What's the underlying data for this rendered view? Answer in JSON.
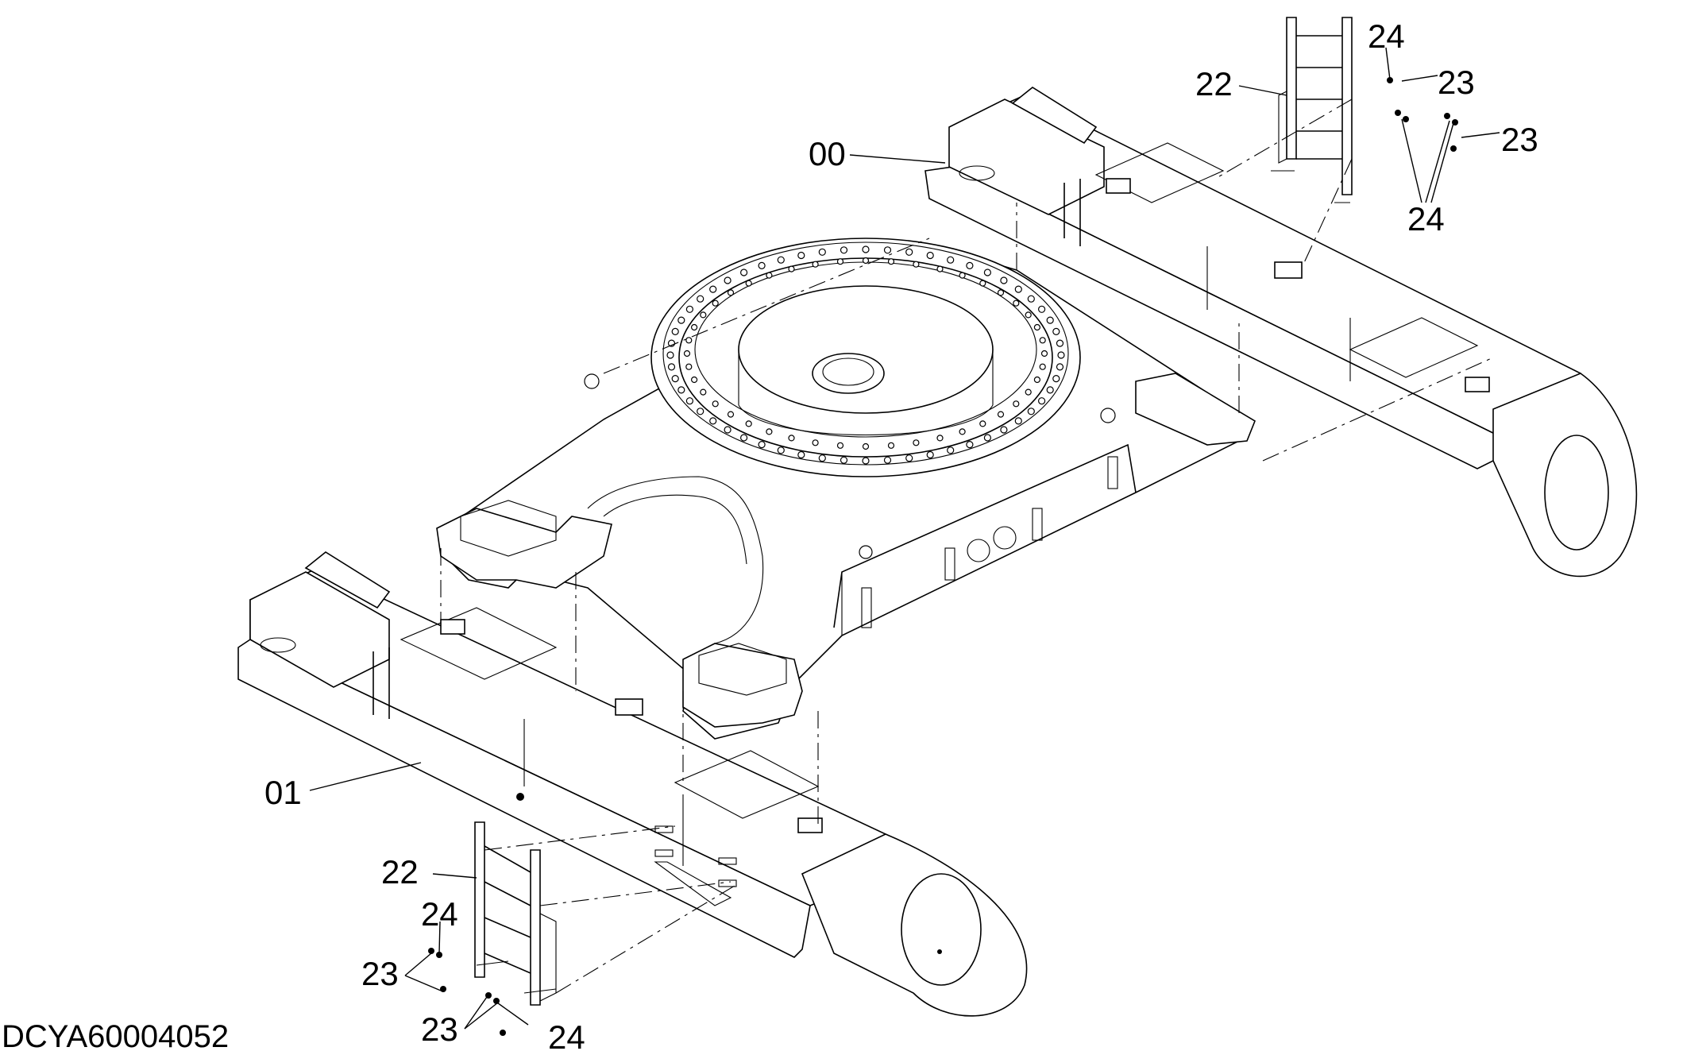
{
  "drawing_id": "DCYA60004052",
  "callouts": {
    "c00": "00",
    "c01": "01",
    "c22_upper": "22",
    "c22_lower": "22",
    "c23_upper_a": "23",
    "c23_upper_b": "23",
    "c23_lower_a": "23",
    "c23_lower_b": "23",
    "c24_upper_a": "24",
    "c24_upper_b": "24",
    "c24_lower_a": "24",
    "c24_lower_b": "24"
  }
}
